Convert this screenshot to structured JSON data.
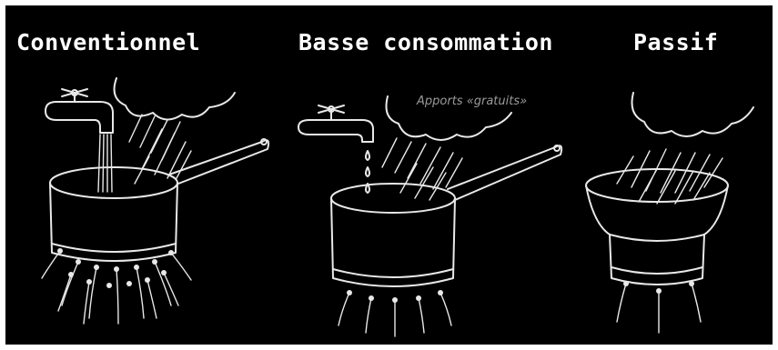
{
  "panels": [
    {
      "title": "Conventionnel"
    },
    {
      "title": "Basse consommation"
    },
    {
      "title": "Passif"
    }
  ],
  "annotation": "Apports «gratuits»",
  "colors": {
    "background": "#000000",
    "ink": "#e8e8e8",
    "annotation": "#9a9a9a"
  },
  "icons": [
    "faucet-icon",
    "cloud-icon",
    "rain-icon",
    "saucepan-icon",
    "flame-icon",
    "water-drop-icon"
  ]
}
